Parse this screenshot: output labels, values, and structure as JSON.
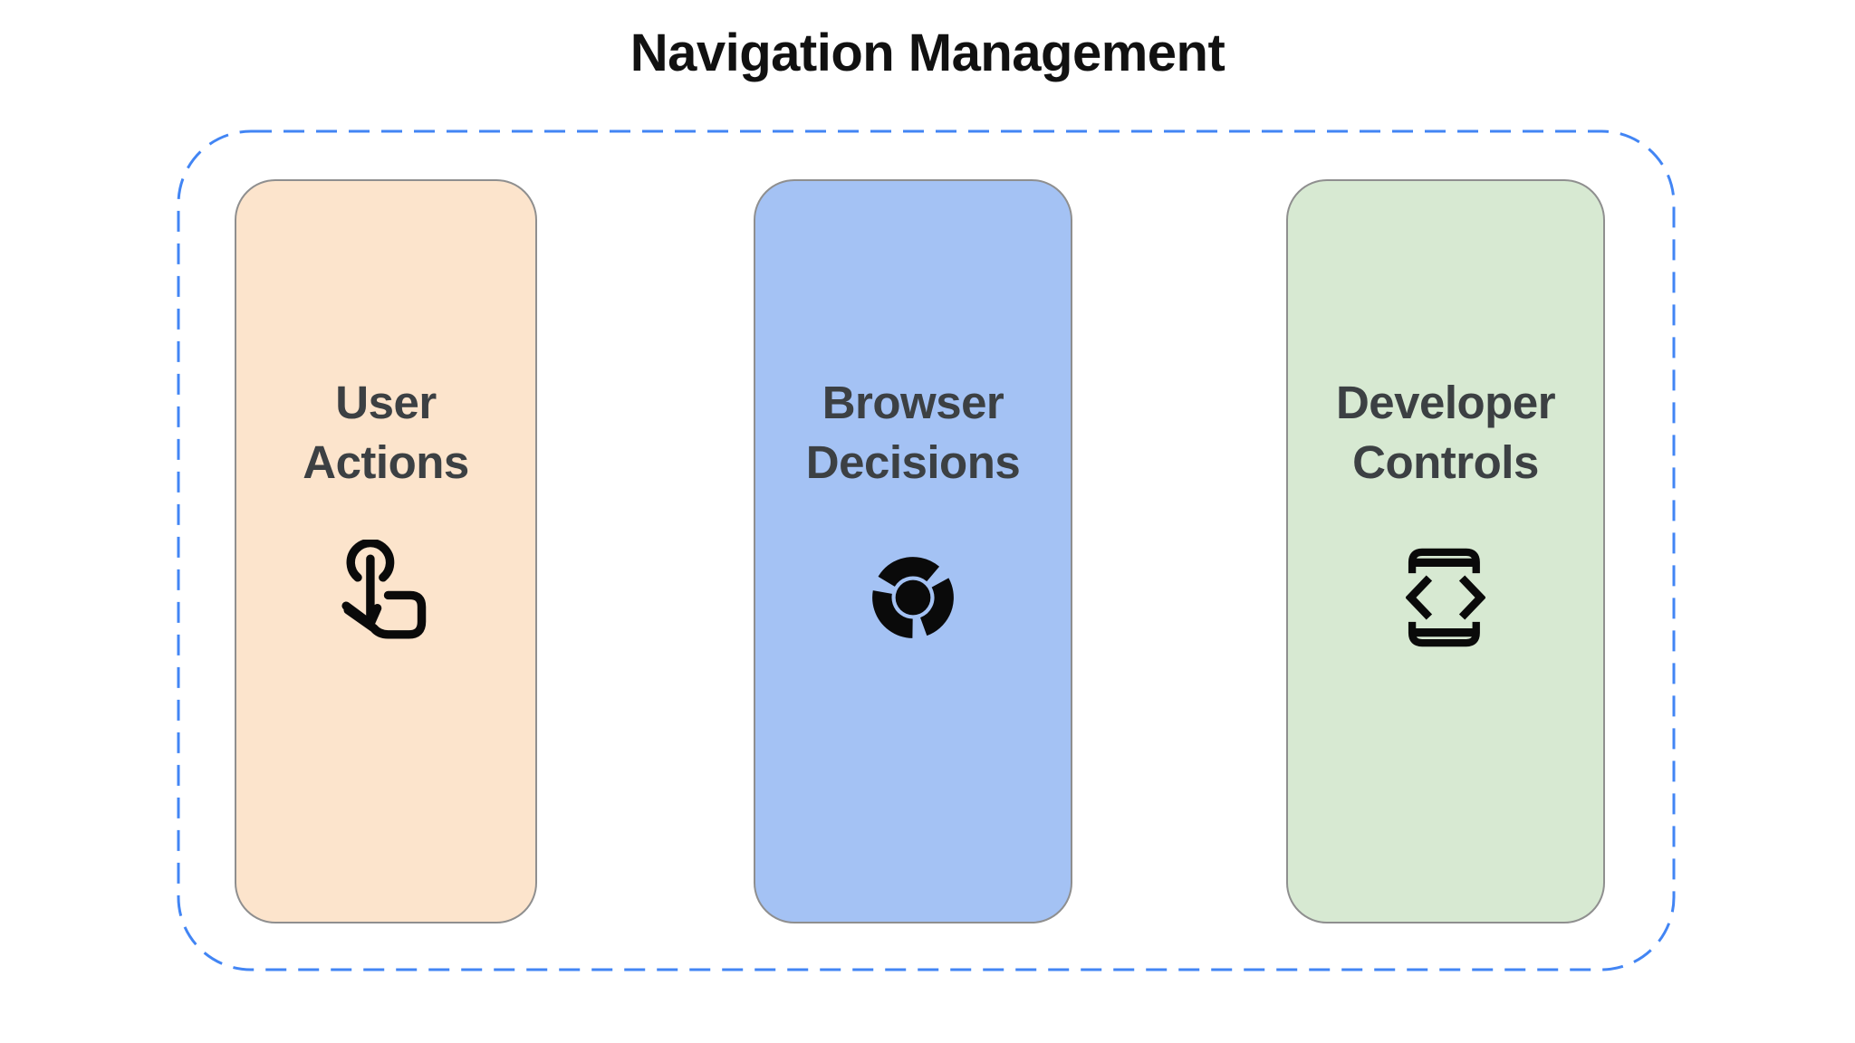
{
  "title": "Navigation Management",
  "boundary": {
    "shape": "dashed-rounded-rectangle",
    "role": "groups the three navigation-management actors"
  },
  "cards": [
    {
      "id": "user-actions",
      "label_line1": "User",
      "label_line2": "Actions",
      "icon": "touch-gesture-icon",
      "bg": "#FCE4CC"
    },
    {
      "id": "browser-decisions",
      "label_line1": "Browser",
      "label_line2": "Decisions",
      "icon": "chrome-browser-icon",
      "bg": "#A4C2F4"
    },
    {
      "id": "developer-controls",
      "label_line1": "Developer",
      "label_line2": "Controls",
      "icon": "developer-mode-icon",
      "bg": "#D7E9D2"
    }
  ],
  "colors": {
    "dashed_border": "#4285F4",
    "card_border": "#8F8F8F",
    "label_color": "#3C4043",
    "title_color": "#111111",
    "icon_color": "#0A0A0A",
    "background": "#FFFFFF"
  }
}
